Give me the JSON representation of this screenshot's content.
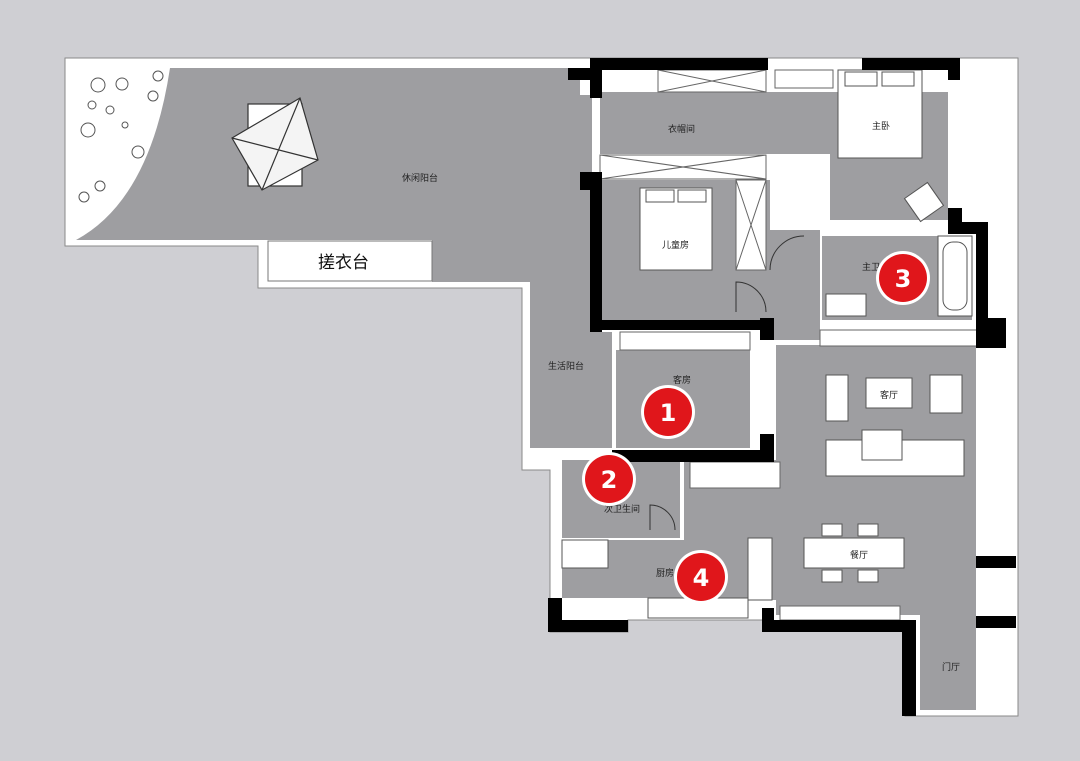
{
  "colors": {
    "background": "#cfcfd3",
    "floor": "#9e9ea1",
    "wall": "#000000",
    "paper": "#ffffff",
    "marker": "#e0161b",
    "marker_ring": "#ffffff"
  },
  "rooms": {
    "leisure_balcony": "休闲阳台",
    "laundry_table": "搓衣台",
    "cloakroom": "衣帽间",
    "master_bedroom": "主卧",
    "kids_room": "儿童房",
    "master_bath": "主卫",
    "living_balcony": "生活阳台",
    "guest_room": "客房",
    "living_room": "客厅",
    "second_bath": "次卫生间",
    "dining_room": "餐厅",
    "kitchen": "厨房",
    "entrance": "门厅"
  },
  "markers": [
    {
      "id": "1",
      "label": "1"
    },
    {
      "id": "2",
      "label": "2"
    },
    {
      "id": "3",
      "label": "3"
    },
    {
      "id": "4",
      "label": "4"
    }
  ]
}
